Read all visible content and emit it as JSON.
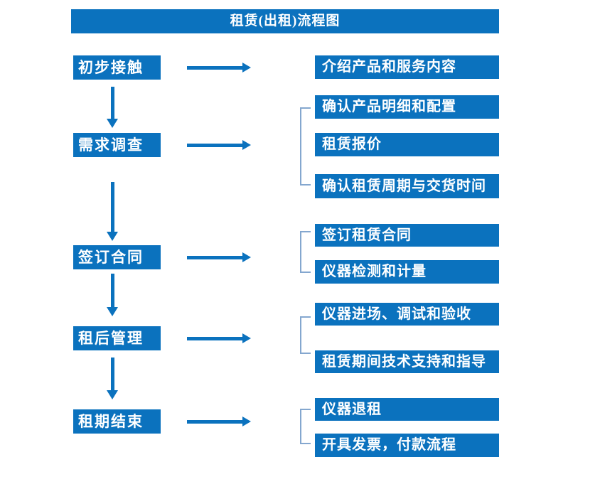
{
  "title": "租赁(出租)流程图",
  "colors": {
    "box_blue": "#0B72BE",
    "bracket_blue": "#84A7CF",
    "text_white": "#FFFFFF"
  },
  "steps": [
    {
      "label": "初步接触",
      "targets": [
        "介绍产品和服务内容"
      ]
    },
    {
      "label": "需求调查",
      "targets": [
        "确认产品明细和配置",
        "租赁报价",
        "确认租赁周期与交货时间"
      ]
    },
    {
      "label": "签订合同",
      "targets": [
        "签订租赁合同",
        "仪器检测和计量"
      ]
    },
    {
      "label": "租后管理",
      "targets": [
        "仪器进场、调试和验收",
        "租赁期间技术支持和指导"
      ]
    },
    {
      "label": "租期结束",
      "targets": [
        "仪器退租",
        "开具发票，付款流程"
      ]
    }
  ]
}
